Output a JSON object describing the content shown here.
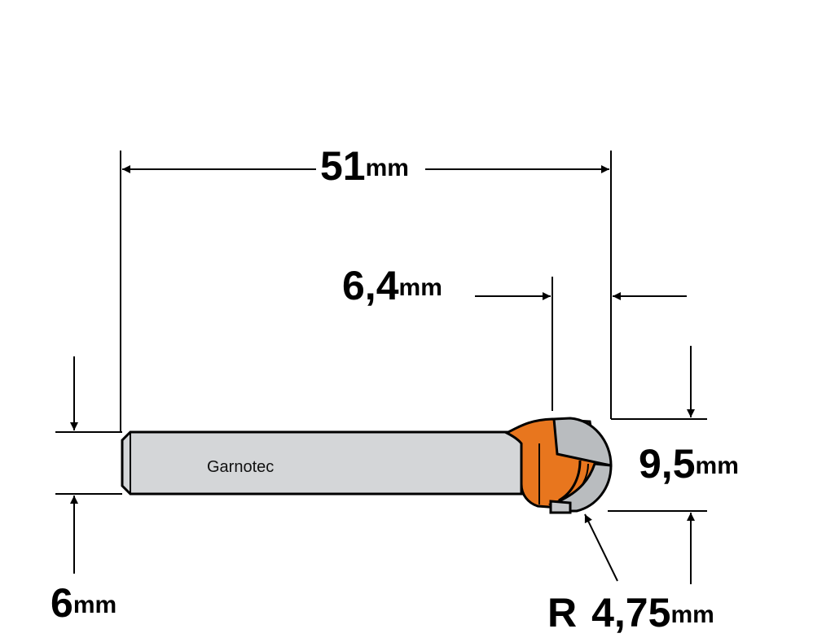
{
  "brand": "Garnotec",
  "colors": {
    "shank": "#d4d6d8",
    "cutter_body": "#e8761e",
    "ball_head": "#b9bcbf",
    "outline": "#000000"
  },
  "dimensions": {
    "overall_length": {
      "value": "51",
      "unit": "mm"
    },
    "cutting_length": {
      "value": "6,4",
      "unit": "mm"
    },
    "cutting_diameter": {
      "value": "9,5",
      "unit": "mm"
    },
    "shank_diameter": {
      "value": "6",
      "unit": "mm"
    },
    "radius": {
      "prefix": "R",
      "value": "4,75",
      "unit": "mm"
    }
  }
}
